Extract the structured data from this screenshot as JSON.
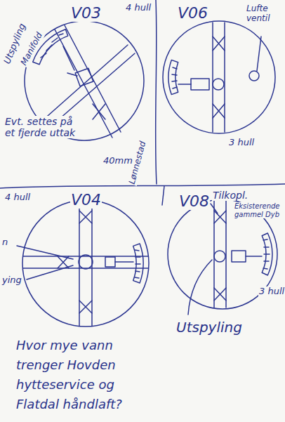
{
  "diagram": {
    "labels": [
      "V03",
      "4 hull",
      "Utspyling",
      "Manifold",
      "Evt. settes på et fjerde uttak",
      "40mm",
      "Lønnestad",
      "V06",
      "Lufte ventil",
      "3 hull",
      "4 hull",
      "V04",
      "n",
      "ying",
      "V08",
      "Tilkopl.",
      "Eksisterende gammel Dyb",
      "3 hull",
      "Utspyling",
      "Hvor mye vann trenger Hovden hytteservice og Flatdal håndlaft?"
    ]
  }
}
